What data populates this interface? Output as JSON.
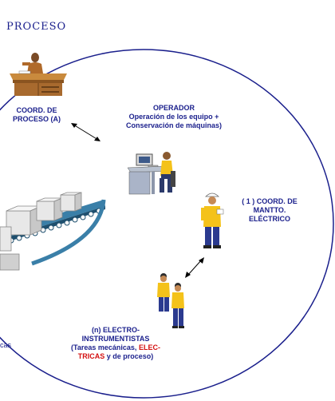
{
  "header": {
    "title": "PROCESO"
  },
  "labels": {
    "coord_proceso": [
      "COORD. DE",
      "PROCESO (A)"
    ],
    "operador_title": "OPERADOR",
    "operador_desc": [
      "Operación de los equipo +",
      "Conservación de máquinas)"
    ],
    "coord_mantto": [
      "( 1 ) COORD. DE",
      "MANTTO.",
      "ELÉCTRICO"
    ],
    "electro_title": [
      "(n) ELECTRO-",
      "INSTRUMENTISTAS"
    ],
    "electro_desc_pre": "(Tareas mecánicas, ",
    "electro_desc_red1": "ELEC-",
    "electro_desc_red2": "TRICAS",
    "electro_desc_post": " y de proceso)",
    "left_cut": "cas"
  },
  "colors": {
    "label": "#1a1f8c",
    "highlight": "#d41010",
    "ellipse": "#1a1f8c"
  },
  "icons": [
    "desk-worker-icon",
    "computer-operator-icon",
    "conveyor-belt-icon",
    "hardhat-engineer-icon",
    "technicians-icon",
    "double-arrow-icon"
  ]
}
